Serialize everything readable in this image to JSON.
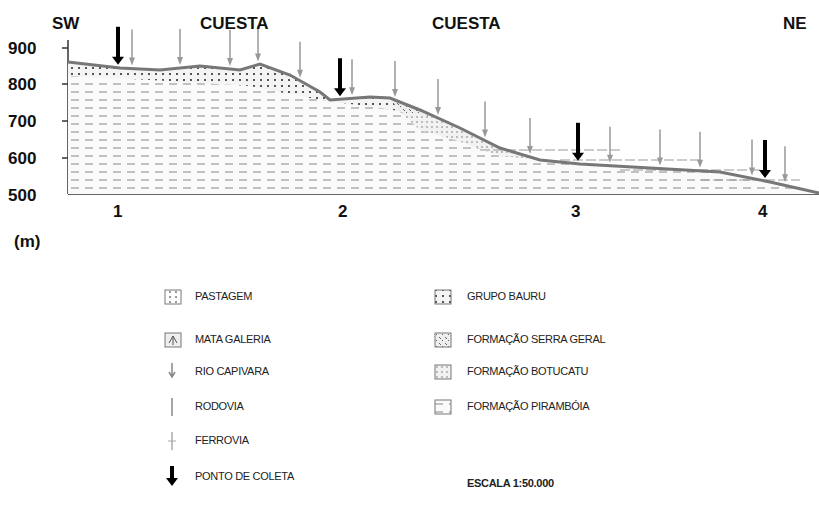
{
  "diagram": {
    "labels": [
      "SW",
      "CUESTA",
      "CUESTA",
      "NE",
      "900",
      "800",
      "700",
      "600",
      "500",
      "1",
      "2",
      "3",
      "4",
      "(m)",
      "ESCALA 1:50.000"
    ],
    "legend": [
      {
        "text": "PASTAGEM"
      },
      {
        "text": "MATA GALERIA"
      },
      {
        "text": "RIO CAPIVARA"
      },
      {
        "text": "RODOVIA"
      },
      {
        "text": "FERROVIA"
      },
      {
        "text": "PONTO DE COLETA"
      },
      {
        "text": "GRUPO BAURU"
      },
      {
        "text": "FORMAÇÃO SERRA GERAL"
      },
      {
        "text": "FORMAÇÃO BOTUCATU"
      },
      {
        "text": "FORMAÇÃO PIRAMBÓIA"
      }
    ]
  }
}
